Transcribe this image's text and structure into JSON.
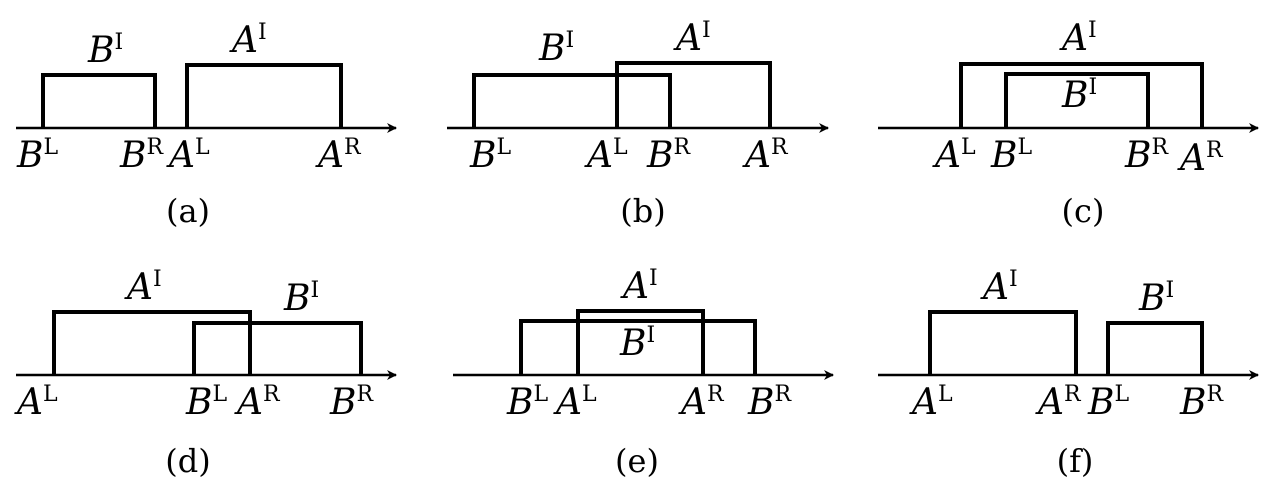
{
  "diagram": {
    "panels": [
      {
        "caption": "(a)",
        "intervals": [
          {
            "id": "B",
            "label_base": "B",
            "label_sup": "I"
          },
          {
            "id": "A",
            "label_base": "A",
            "label_sup": "I"
          }
        ],
        "endpoints": [
          {
            "base": "B",
            "sup": "L"
          },
          {
            "base": "B",
            "sup": "R"
          },
          {
            "base": "A",
            "sup": "L"
          },
          {
            "base": "A",
            "sup": "R"
          }
        ]
      },
      {
        "caption": "(b)",
        "intervals": [
          {
            "id": "B",
            "label_base": "B",
            "label_sup": "I"
          },
          {
            "id": "A",
            "label_base": "A",
            "label_sup": "I"
          }
        ],
        "endpoints": [
          {
            "base": "B",
            "sup": "L"
          },
          {
            "base": "A",
            "sup": "L"
          },
          {
            "base": "B",
            "sup": "R"
          },
          {
            "base": "A",
            "sup": "R"
          }
        ]
      },
      {
        "caption": "(c)",
        "intervals": [
          {
            "id": "A",
            "label_base": "A",
            "label_sup": "I"
          },
          {
            "id": "B",
            "label_base": "B",
            "label_sup": "I"
          }
        ],
        "endpoints": [
          {
            "base": "A",
            "sup": "L"
          },
          {
            "base": "B",
            "sup": "L"
          },
          {
            "base": "B",
            "sup": "R"
          },
          {
            "base": "A",
            "sup": "R"
          }
        ]
      },
      {
        "caption": "(d)",
        "intervals": [
          {
            "id": "A",
            "label_base": "A",
            "label_sup": "I"
          },
          {
            "id": "B",
            "label_base": "B",
            "label_sup": "I"
          }
        ],
        "endpoints": [
          {
            "base": "A",
            "sup": "L"
          },
          {
            "base": "B",
            "sup": "L"
          },
          {
            "base": "A",
            "sup": "R"
          },
          {
            "base": "B",
            "sup": "R"
          }
        ]
      },
      {
        "caption": "(e)",
        "intervals": [
          {
            "id": "A",
            "label_base": "A",
            "label_sup": "I"
          },
          {
            "id": "B",
            "label_base": "B",
            "label_sup": "I"
          }
        ],
        "endpoints": [
          {
            "base": "B",
            "sup": "L"
          },
          {
            "base": "A",
            "sup": "L"
          },
          {
            "base": "A",
            "sup": "R"
          },
          {
            "base": "B",
            "sup": "R"
          }
        ]
      },
      {
        "caption": "(f)",
        "intervals": [
          {
            "id": "A",
            "label_base": "A",
            "label_sup": "I"
          },
          {
            "id": "B",
            "label_base": "B",
            "label_sup": "I"
          }
        ],
        "endpoints": [
          {
            "base": "A",
            "sup": "L"
          },
          {
            "base": "A",
            "sup": "R"
          },
          {
            "base": "B",
            "sup": "L"
          },
          {
            "base": "B",
            "sup": "R"
          }
        ]
      }
    ]
  }
}
